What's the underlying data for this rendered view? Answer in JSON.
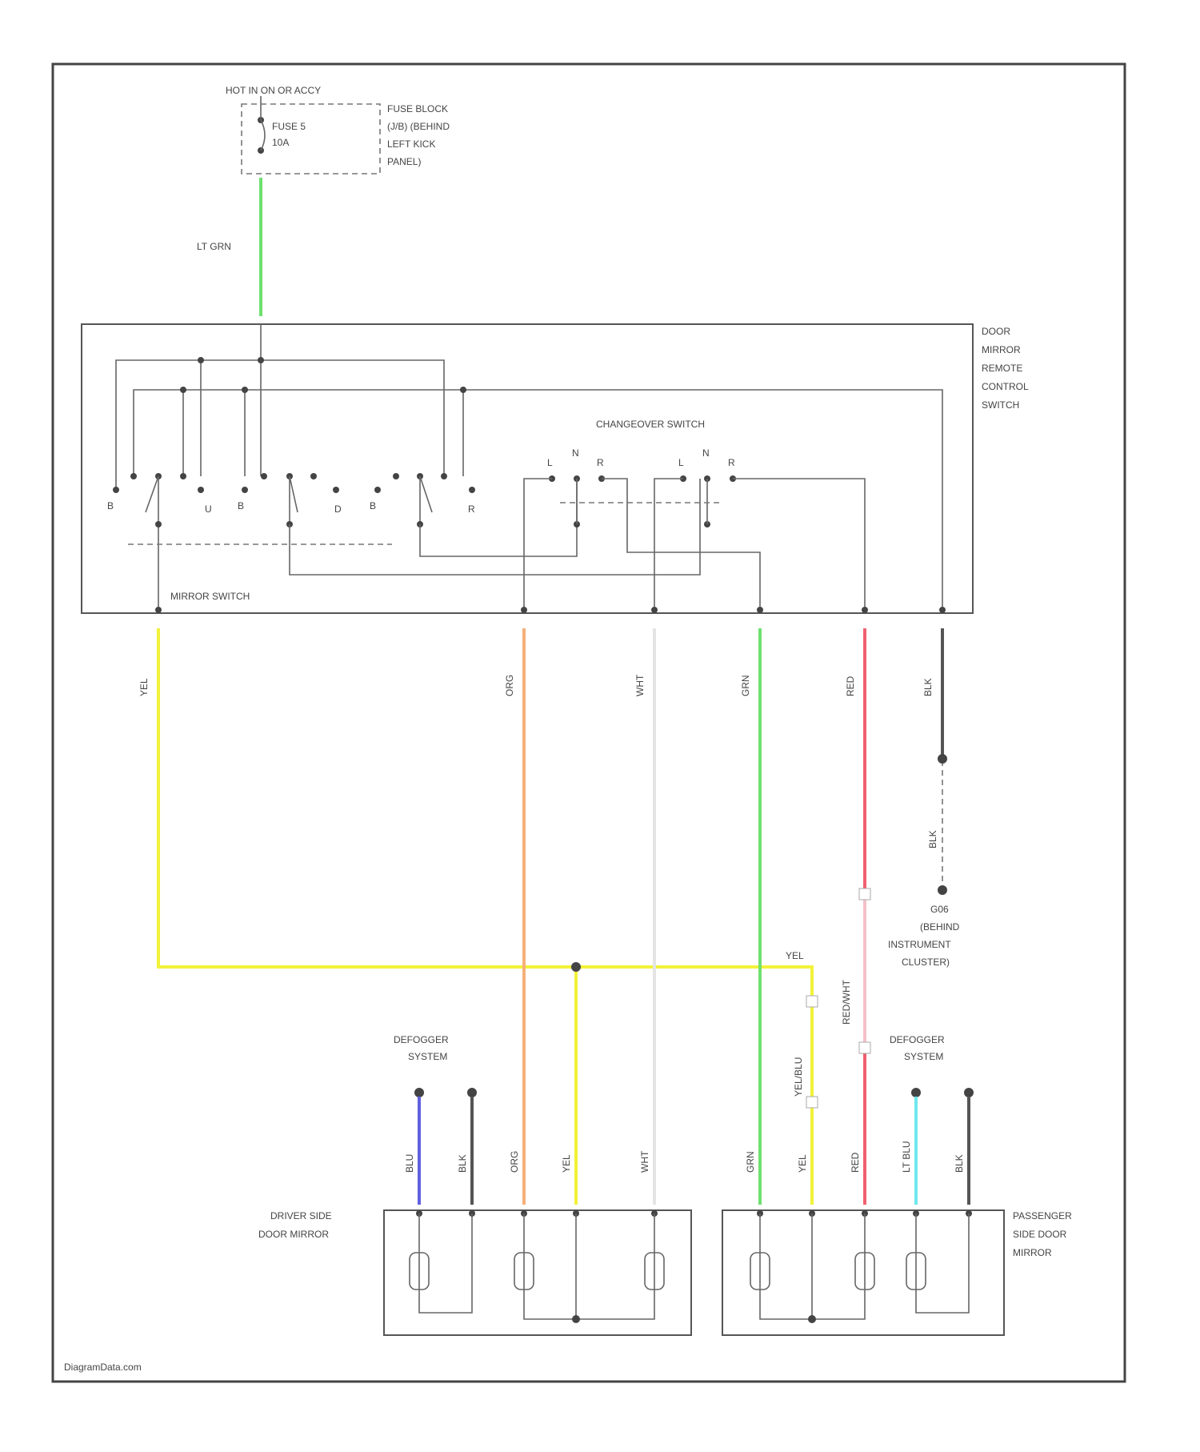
{
  "hot_label": "HOT IN ON OR ACCY",
  "fuse": {
    "name": "FUSE 5",
    "rating": "10A",
    "block_label": [
      "FUSE BLOCK",
      "(J/B) (BEHIND",
      "LEFT KICK",
      "PANEL)"
    ]
  },
  "feed_wire": {
    "circuit": "LT GRN"
  },
  "switch_block": {
    "title": [
      "DOOR",
      "MIRROR",
      "REMOTE",
      "CONTROL",
      "SWITCH"
    ],
    "mirror_switch_label": "MIRROR SWITCH",
    "changeover_switch_label": "CHANGEOVER SWITCH",
    "contact_labels": [
      "B",
      "U",
      "B",
      "D",
      "B",
      "R",
      "L",
      "N",
      "R",
      "L",
      "N",
      "R"
    ]
  },
  "wires": [
    {
      "id": "yel",
      "color_name": "YEL",
      "hex": "#f2f23a"
    },
    {
      "id": "org",
      "color_name": "ORG",
      "hex": "#f5b07a"
    },
    {
      "id": "wht",
      "color_name": "WHT",
      "hex": "#e4e4e4"
    },
    {
      "id": "grn",
      "color_name": "GRN",
      "hex": "#6fe06f"
    },
    {
      "id": "red",
      "color_name": "RED",
      "hex": "#f06070"
    },
    {
      "id": "blk",
      "color_name": "BLK",
      "hex": "#555555"
    }
  ],
  "ground": {
    "label": [
      "G06",
      "(BEHIND",
      "INSTRUMENT",
      "CLUSTER)"
    ],
    "wire": "BLK"
  },
  "cross_labels": {
    "yel_branch": "YEL",
    "yel_blu": "YEL/BLU",
    "red_wht": "RED/WHT"
  },
  "defogger_label": [
    "DEFOGGER",
    "SYSTEM"
  ],
  "driver_mirror": {
    "title": [
      "DRIVER SIDE",
      "DOOR MIRROR"
    ],
    "pins": [
      "BLU",
      "BLK",
      "ORG",
      "YEL",
      "WHT"
    ],
    "pin_colors": [
      "#6060e0",
      "#555555",
      "#f5b07a",
      "#f2f23a",
      "#e4e4e4"
    ]
  },
  "passenger_mirror": {
    "title": [
      "PASSENGER",
      "SIDE DOOR",
      "MIRROR"
    ],
    "pins": [
      "GRN",
      "YEL",
      "RED",
      "LT BLU",
      "BLK"
    ],
    "pin_colors": [
      "#6fe06f",
      "#f2f23a",
      "#f06070",
      "#6ee8ee",
      "#555555"
    ]
  },
  "footer": "DiagramData.com"
}
